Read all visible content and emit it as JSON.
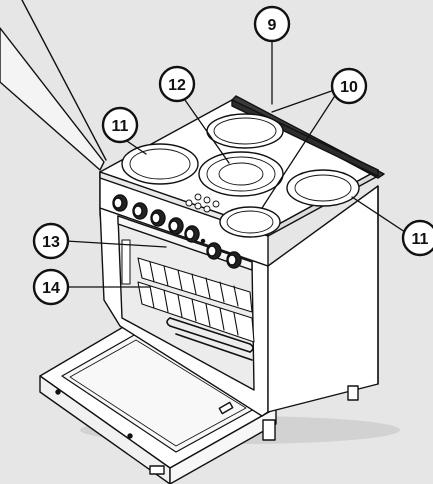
{
  "diagram": {
    "callouts": [
      {
        "id": "c9",
        "number": "9"
      },
      {
        "id": "c10",
        "number": "10"
      },
      {
        "id": "c11a",
        "number": "11"
      },
      {
        "id": "c11b",
        "number": "11"
      },
      {
        "id": "c12",
        "number": "12"
      },
      {
        "id": "c13",
        "number": "13"
      },
      {
        "id": "c14",
        "number": "14"
      }
    ]
  },
  "colors": {
    "background": "#e6e6e6",
    "appliance_fill": "#ffffff",
    "line": "#111111",
    "shadow": "#bdbdbd"
  }
}
